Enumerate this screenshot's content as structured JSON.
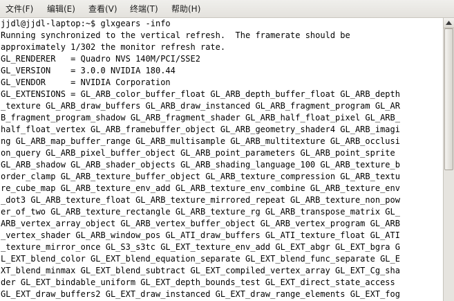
{
  "menu": {
    "file": "文件(F)",
    "edit": "编辑(E)",
    "view": "查看(V)",
    "terminal": "终端(T)",
    "help": "帮助(H)"
  },
  "terminal": {
    "lines": [
      "jjdl@jjdl-laptop:~$ glxgears -info",
      "Running synchronized to the vertical refresh.  The framerate should be",
      "approximately 1/302 the monitor refresh rate.",
      "GL_RENDERER   = Quadro NVS 140M/PCI/SSE2",
      "GL_VERSION    = 3.0.0 NVIDIA 180.44",
      "GL_VENDOR     = NVIDIA Corporation",
      "GL_EXTENSIONS = GL_ARB_color_buffer_float GL_ARB_depth_buffer_float GL_ARB_depth",
      "_texture GL_ARB_draw_buffers GL_ARB_draw_instanced GL_ARB_fragment_program GL_AR",
      "B_fragment_program_shadow GL_ARB_fragment_shader GL_ARB_half_float_pixel GL_ARB_",
      "half_float_vertex GL_ARB_framebuffer_object GL_ARB_geometry_shader4 GL_ARB_imagi",
      "ng GL_ARB_map_buffer_range GL_ARB_multisample GL_ARB_multitexture GL_ARB_occlusi",
      "on_query GL_ARB_pixel_buffer_object GL_ARB_point_parameters GL_ARB_point_sprite",
      "GL_ARB_shadow GL_ARB_shader_objects GL_ARB_shading_language_100 GL_ARB_texture_b",
      "order_clamp GL_ARB_texture_buffer_object GL_ARB_texture_compression GL_ARB_textu",
      "re_cube_map GL_ARB_texture_env_add GL_ARB_texture_env_combine GL_ARB_texture_env",
      "_dot3 GL_ARB_texture_float GL_ARB_texture_mirrored_repeat GL_ARB_texture_non_pow",
      "er_of_two GL_ARB_texture_rectangle GL_ARB_texture_rg GL_ARB_transpose_matrix GL_",
      "ARB_vertex_array_object GL_ARB_vertex_buffer_object GL_ARB_vertex_program GL_ARB",
      "_vertex_shader GL_ARB_window_pos GL_ATI_draw_buffers GL_ATI_texture_float GL_ATI",
      "_texture_mirror_once GL_S3_s3tc GL_EXT_texture_env_add GL_EXT_abgr GL_EXT_bgra G",
      "L_EXT_blend_color GL_EXT_blend_equation_separate GL_EXT_blend_func_separate GL_E",
      "XT_blend_minmax GL_EXT_blend_subtract GL_EXT_compiled_vertex_array GL_EXT_Cg_sha",
      "der GL_EXT_bindable_uniform GL_EXT_depth_bounds_test GL_EXT_direct_state_access",
      "GL_EXT_draw_buffers2 GL_EXT_draw_instanced GL_EXT_draw_range_elements GL_EXT_fog"
    ]
  },
  "scrollbar": {
    "thumb_start_fraction": 0.0,
    "thumb_size_fraction": 0.52
  },
  "icons": {
    "scroll_up": "arrow-up-icon"
  }
}
